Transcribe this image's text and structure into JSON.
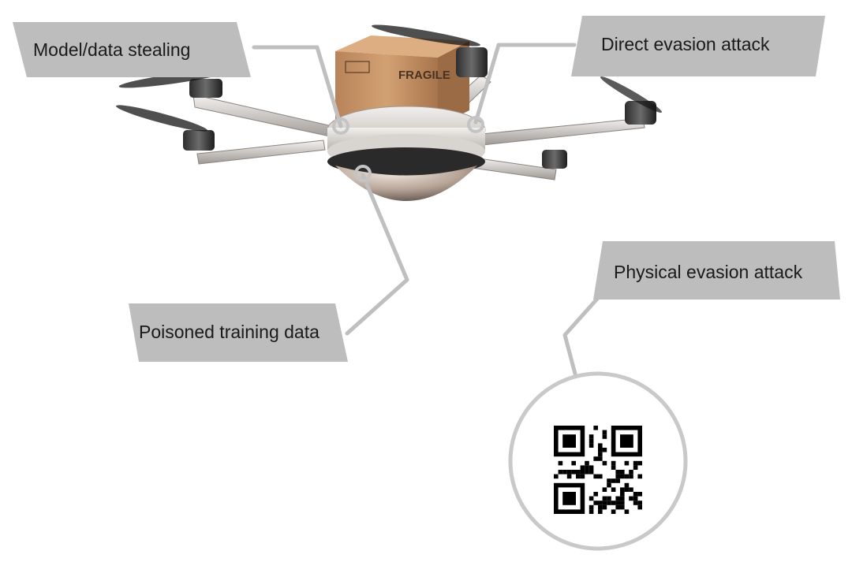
{
  "labels": {
    "model_stealing": "Model/data stealing",
    "direct_evasion": "Direct evasion attack",
    "poisoned_data": "Poisoned training data",
    "physical_evasion": "Physical evasion attack"
  },
  "package": {
    "text": "FRAGILE"
  },
  "colors": {
    "callout_box": "#bdbdbd",
    "connector": "#bfbfbf",
    "box_cardboard": "#c8956a",
    "drone_body": "#d9d6d2",
    "dome": "#b9a79a"
  },
  "icons": [
    "drone",
    "qr-code",
    "cardboard-box"
  ]
}
